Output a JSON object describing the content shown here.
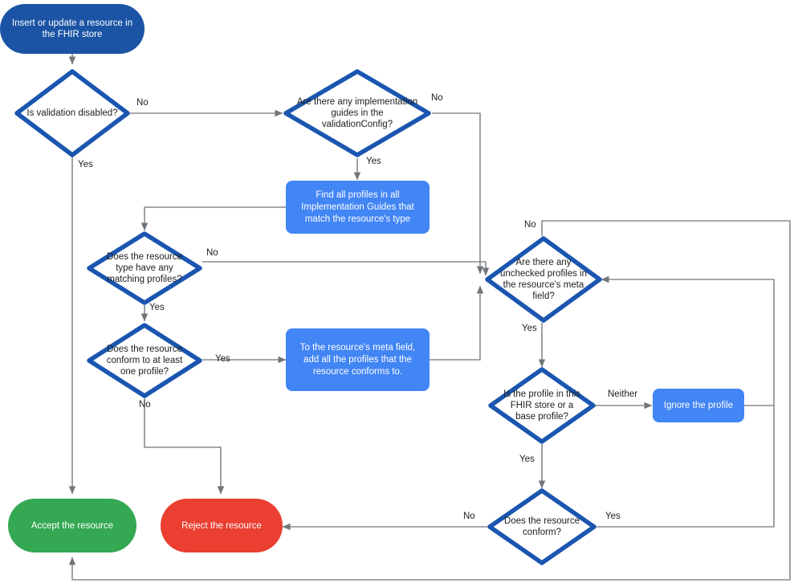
{
  "diagram": {
    "title": "FHIR store resource validation flow",
    "colors": {
      "start_fill": "#1b54a4",
      "process_fill": "#4285f4",
      "accept_fill": "#34a853",
      "reject_fill": "#ea3f31",
      "decision_stroke": "#1a56b0",
      "connector_stroke": "#70757a",
      "text_dark": "#202124",
      "text_light": "#ffffff",
      "background": "#ffffff"
    },
    "nodes": [
      {
        "id": "start",
        "kind": "terminator",
        "label": "Insert or update a resource in the FHIR store"
      },
      {
        "id": "val_disabled",
        "kind": "decision",
        "label": "Is validation disabled?"
      },
      {
        "id": "has_igs",
        "kind": "decision",
        "label": "Are there any implementation guides in the validationConfig?"
      },
      {
        "id": "find_profiles",
        "kind": "process",
        "label": "Find all profiles in all Implementation Guides that match the resource's type"
      },
      {
        "id": "type_match",
        "kind": "decision",
        "label": "Does the resource type have any matching profiles?"
      },
      {
        "id": "conform_one",
        "kind": "decision",
        "label": "Does the resource conform to at least one profile?"
      },
      {
        "id": "add_meta",
        "kind": "process",
        "label": "To the resource's meta field, add all the profiles that the resource conforms to."
      },
      {
        "id": "unchecked",
        "kind": "decision",
        "label": "Are there any unchecked profiles in the resource's meta field?"
      },
      {
        "id": "profile_base",
        "kind": "decision",
        "label": "Is the profile in this FHIR store or a base profile?"
      },
      {
        "id": "ignore",
        "kind": "process",
        "label": "Ignore the profile"
      },
      {
        "id": "conform",
        "kind": "decision",
        "label": "Does the resource conform?"
      },
      {
        "id": "accept",
        "kind": "terminator",
        "label": "Accept the resource"
      },
      {
        "id": "reject",
        "kind": "terminator",
        "label": "Reject the resource"
      }
    ],
    "edge_labels": {
      "val_disabled_no": "No",
      "val_disabled_yes": "Yes",
      "has_igs_no": "No",
      "has_igs_yes": "Yes",
      "type_match_no": "No",
      "type_match_yes": "Yes",
      "conform_one_yes": "Yes",
      "conform_one_no": "No",
      "unchecked_no": "No",
      "unchecked_yes": "Yes",
      "profile_base_neither": "Neither",
      "profile_base_yes": "Yes",
      "conform_no": "No",
      "conform_yes": "Yes"
    }
  }
}
